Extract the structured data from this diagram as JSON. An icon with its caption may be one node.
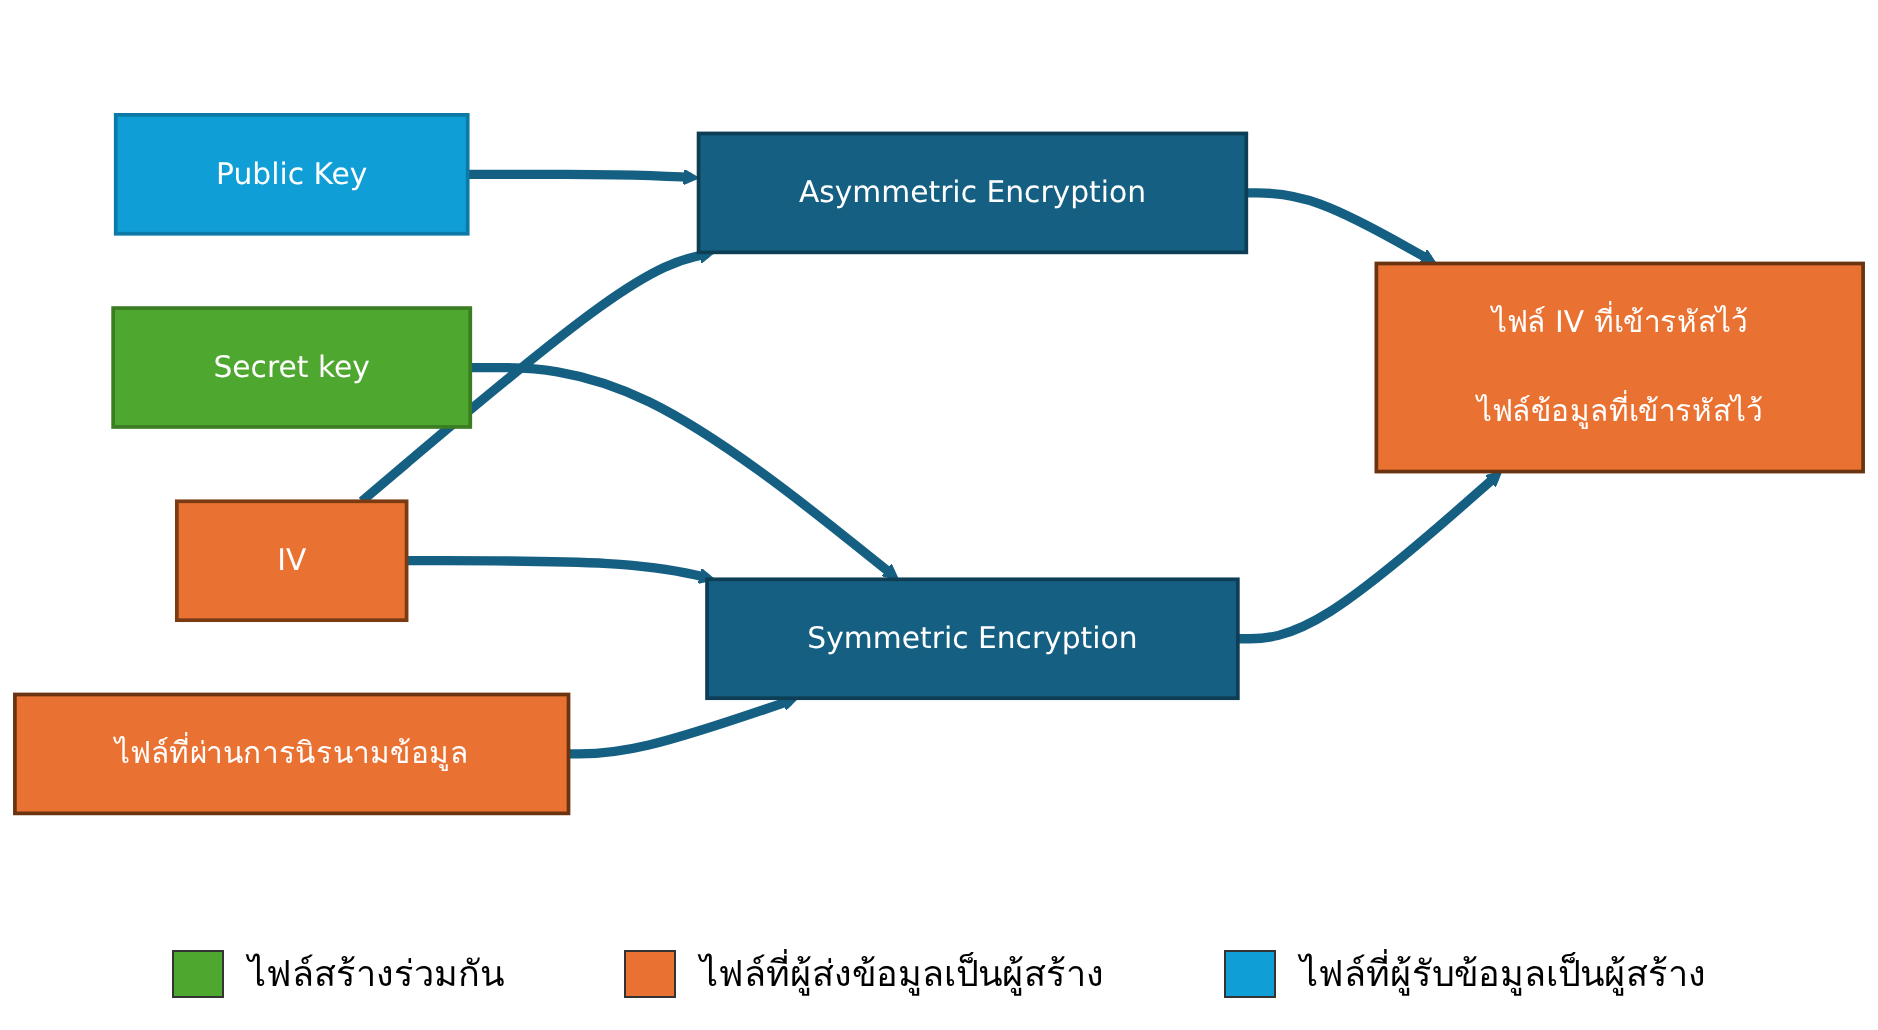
{
  "diagram": {
    "nodes": [
      {
        "text": [
          "Public Key"
        ]
      },
      {
        "text": [
          "Secret key"
        ]
      },
      {
        "text": [
          "IV"
        ]
      },
      {
        "text": [
          "Asymmetric Encryption"
        ]
      },
      {
        "text": [
          "ไฟล์ IV ที่เข้ารหัสไว้",
          "ไฟล์ข้อมูลที่เข้ารหัสไว้"
        ]
      },
      {
        "text": [
          "ไฟล์ที่ผ่านการนิรนามข้อมูล"
        ]
      },
      {
        "text": [
          "Symmetric Encryption"
        ]
      }
    ],
    "edges": [
      {
        "from": 0,
        "to": 3,
        "arrow": "to"
      },
      {
        "from": 2,
        "to": 3,
        "arrow": "to"
      },
      {
        "from": 3,
        "to": 4,
        "arrow": "to"
      },
      {
        "from": 1,
        "to": 6,
        "arrow": "to"
      },
      {
        "from": 2,
        "to": 6,
        "arrow": "to"
      },
      {
        "from": 5,
        "to": 6,
        "arrow": "to"
      },
      {
        "from": 6,
        "to": 4,
        "arrow": "to"
      }
    ],
    "legend": [
      {
        "text": "ไฟล์สร้างร่วมกัน",
        "color": "#4ea72e"
      },
      {
        "text": "ไฟล์ที่ผู้ส่งข้อมูลเป็นผู้สร้าง",
        "color": "#e97132"
      },
      {
        "text": "ไฟล์ที่ผู้รับข้อมูลเป็นผู้สร้าง",
        "color": "#0f9ed5"
      }
    ]
  }
}
